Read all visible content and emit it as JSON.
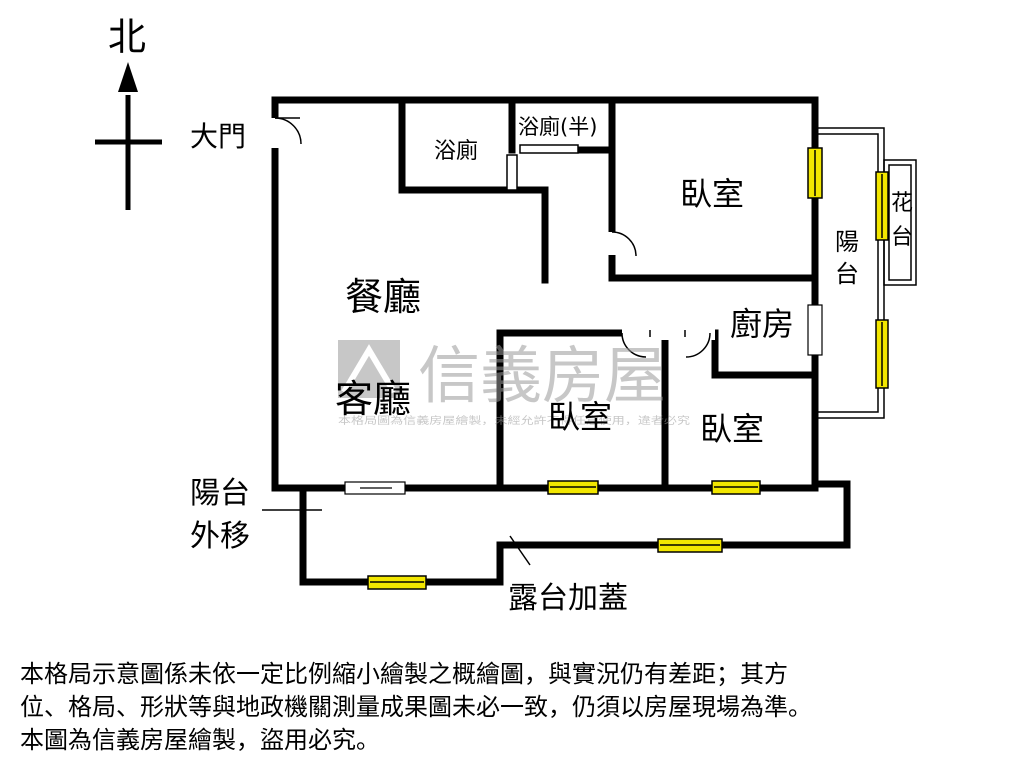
{
  "compass": {
    "north": "北"
  },
  "rooms": {
    "entrance": "大門",
    "bath1": "浴廁",
    "bath2": "浴廁(半)",
    "bedroom_main": "臥室",
    "dining": "餐廳",
    "living": "客廳",
    "kitchen": "廚房",
    "bedroom_mid": "臥室",
    "bedroom_right": "臥室",
    "balcony_east": "陽台",
    "planter": "花台",
    "balcony_moved": "陽台外移",
    "terrace_covered": "露台加蓋"
  },
  "watermark": {
    "brand": "信義房屋",
    "notice": "本格局圖為信義房屋繪製，未經允許不得任意使用，違者必究"
  },
  "disclaimer": {
    "line1": "本格局示意圖係未依一定比例縮小繪製之概繪圖，與實況仍有差距；其方",
    "line2": "位、格局、形狀等與地政機關測量成果圖未必一致，仍須以房屋現場為準。",
    "line3": "本圖為信義房屋繪製，盜用必究。"
  },
  "colors": {
    "wall": "#000000",
    "window_fill": "#f2e600",
    "watermark": "#9a9a9a"
  }
}
